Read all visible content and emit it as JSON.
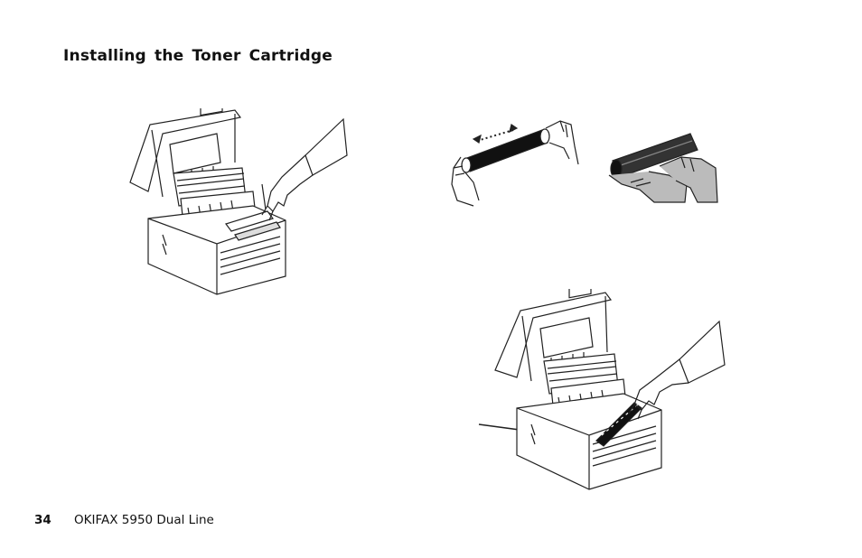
{
  "page": {
    "title": "Installing the Toner Cartridge"
  },
  "figures": [
    {
      "icon": "open-fax-hand-removing-cover-illustration"
    },
    {
      "icon": "toner-cartridge-shake-illustration"
    },
    {
      "icon": "toner-cartridge-seal-removal-illustration"
    },
    {
      "icon": "open-fax-insert-toner-illustration"
    }
  ],
  "footer": {
    "page_number": "34",
    "product": "OKIFAX 5950 Dual Line"
  }
}
